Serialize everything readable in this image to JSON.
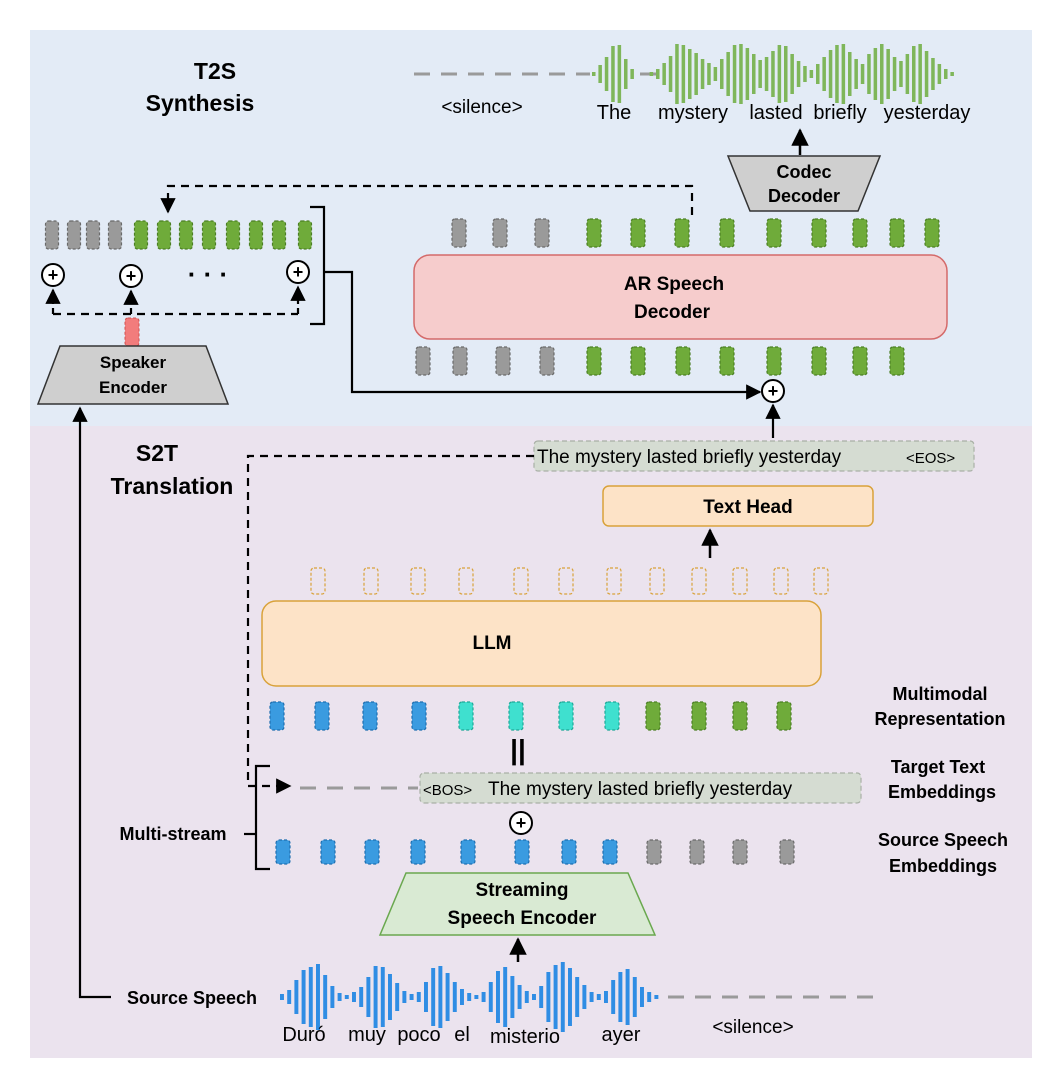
{
  "colors": {
    "t2s_bg": "#e3ebf6",
    "s2t_bg": "#ebe3ee",
    "green_token": "#6fab3a",
    "gray_token": "#9a9a9a",
    "blue_token": "#3a9be0",
    "cyan_token": "#3fe0cf",
    "speaker_token": "#f27c7c",
    "llm_fill": "#fde3c7",
    "llm_stroke": "#d9a23a",
    "ar_fill": "#f6cccc",
    "ar_stroke": "#d46a6a",
    "encoder_fill": "#d9ead3",
    "encoder_stroke": "#6aa84f",
    "gray_box": "#cfcfcf",
    "text_embed_fill": "#d5dcd2",
    "wave_green": "#7fb65a",
    "wave_blue": "#2f8de4"
  },
  "t2s": {
    "title_line1": "T2S",
    "title_line2": "Synthesis",
    "silence_label": "<silence>",
    "output_words": [
      "The",
      "mystery",
      "lasted",
      "briefly",
      "yesterday"
    ],
    "codec_decoder_line1": "Codec",
    "codec_decoder_line2": "Decoder",
    "ar_decoder_line1": "AR Speech",
    "ar_decoder_line2": "Decoder",
    "speaker_encoder_line1": "Speaker",
    "speaker_encoder_line2": "Encoder",
    "ellipsis": "· · ·",
    "plus": "+"
  },
  "s2t": {
    "title_line1": "S2T",
    "title_line2": "Translation",
    "output_text": "The mystery lasted briefly yesterday",
    "eos_token": "<EOS>",
    "text_head_label": "Text Head",
    "llm_label": "LLM",
    "multimodal_line1": "Multimodal",
    "multimodal_line2": "Representation",
    "equals_sign": "||",
    "bos_token": "<BOS>",
    "target_text": "The mystery lasted briefly yesterday",
    "target_label_line1": "Target Text",
    "target_label_line2": "Embeddings",
    "multistream_label": "Multi-stream",
    "plus": "+",
    "source_label_line1": "Source Speech",
    "source_label_line2": "Embeddings",
    "streaming_encoder_line1": "Streaming",
    "streaming_encoder_line2": "Speech Encoder",
    "source_speech_label": "Source Speech",
    "input_words": [
      "Duró",
      "muy",
      "poco",
      "el",
      "misterio",
      "ayer"
    ],
    "silence_label": "<silence>"
  }
}
